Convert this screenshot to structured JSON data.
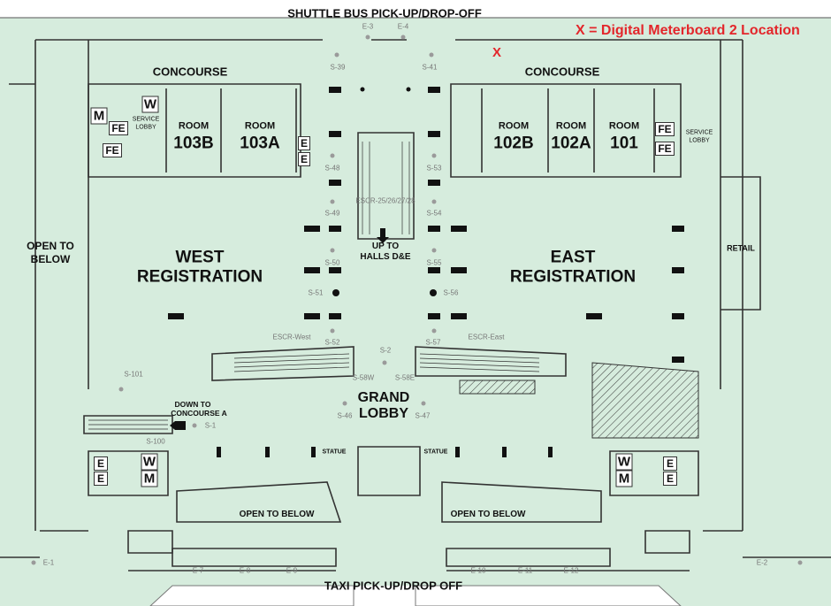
{
  "legend": {
    "text": "X = Digital Meterboard 2 Location",
    "marker": "X",
    "color": "#e3262b"
  },
  "colors": {
    "floor": "#d6ecdd",
    "walls": "#333333",
    "stop": "#9a9a9a"
  },
  "top_label": "SHUTTLE BUS PICK-UP/DROP-OFF",
  "bottom_label": "TAXI PICK-UP/DROP OFF",
  "concourse_west": "CONCOURSE",
  "concourse_east": "CONCOURSE",
  "rooms": [
    {
      "word": "ROOM",
      "num": "103B"
    },
    {
      "word": "ROOM",
      "num": "103A"
    },
    {
      "word": "ROOM",
      "num": "102B"
    },
    {
      "word": "ROOM",
      "num": "102A"
    },
    {
      "word": "ROOM",
      "num": "101"
    }
  ],
  "areas": {
    "west_reg": [
      "WEST",
      "REGISTRATION"
    ],
    "east_reg": [
      "EAST",
      "REGISTRATION"
    ],
    "grand_lobby": [
      "GRAND",
      "LOBBY"
    ],
    "open_left": [
      "OPEN TO",
      "BELOW"
    ],
    "retail": "RETAIL",
    "up_halls": [
      "UP TO",
      "HALLS D&E"
    ],
    "down_concourse": [
      "DOWN TO",
      "CONCOURSE A"
    ],
    "service_lobby_w": [
      "SERVICE",
      "LOBBY"
    ],
    "service_lobby_e": [
      "SERVICE",
      "LOBBY"
    ],
    "open_below_w": "OPEN TO BELOW",
    "open_below_e": "OPEN TO BELOW",
    "statue_w": "STATUE",
    "statue_e": "STATUE",
    "escr_main": "ESCR-25/26/27/28",
    "escr_west": "ESCR-West",
    "escr_east": "ESCR-East"
  },
  "letters": {
    "M": "M",
    "W": "W",
    "E": "E",
    "FE": "FE"
  },
  "stops": [
    "E-3",
    "E-4",
    "S-39",
    "S-41",
    "S-48",
    "S-53",
    "S-49",
    "S-54",
    "S-50",
    "S-55",
    "S-51",
    "S-56",
    "S-52",
    "S-57",
    "S-2",
    "S-58W",
    "S-58E",
    "S-46",
    "S-47",
    "S-1",
    "S-101",
    "S-100",
    "E-1",
    "E-2",
    "E-7",
    "E-8",
    "E-9",
    "E-10",
    "E-11",
    "E-12"
  ]
}
